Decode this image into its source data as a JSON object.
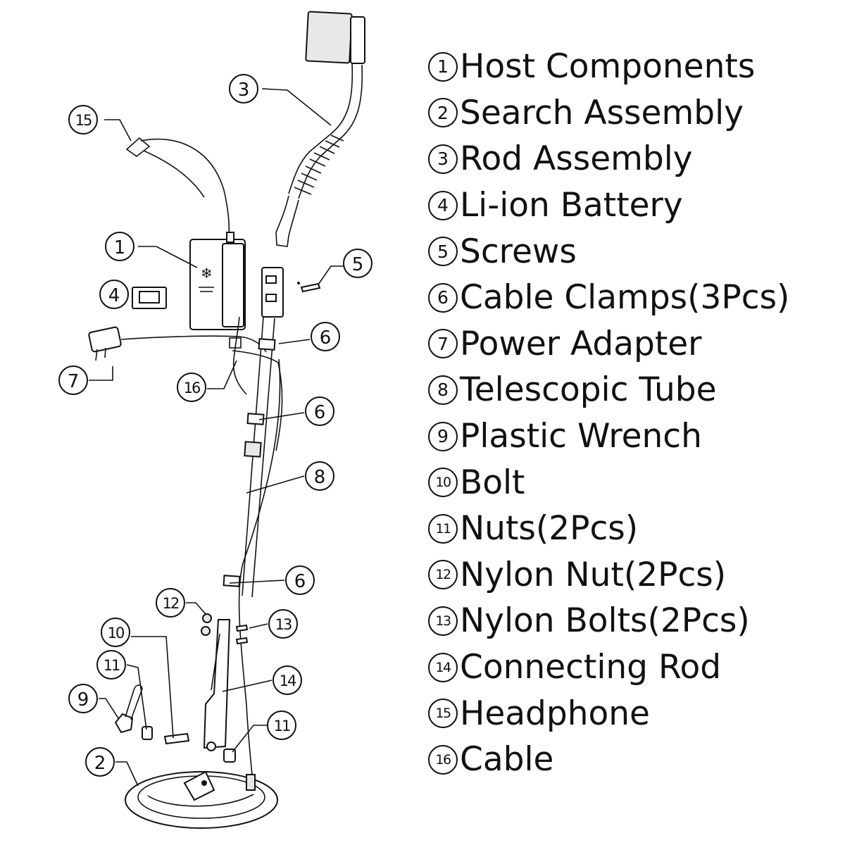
{
  "legend": [
    {
      "num": "1",
      "text": "Host Components"
    },
    {
      "num": "2",
      "text": "Search Assembly"
    },
    {
      "num": "3",
      "text": "Rod Assembly"
    },
    {
      "num": "4",
      "text": "Li-ion Battery"
    },
    {
      "num": "5",
      "text": "Screws"
    },
    {
      "num": "6",
      "text": "Cable Clamps(3Pcs)"
    },
    {
      "num": "7",
      "text": "Power Adapter"
    },
    {
      "num": "8",
      "text": "Telescopic Tube"
    },
    {
      "num": "9",
      "text": "Plastic Wrench"
    },
    {
      "num": "10",
      "text": "Bolt"
    },
    {
      "num": "11",
      "text": "Nuts(2Pcs)"
    },
    {
      "num": "12",
      "text": "Nylon Nut(2Pcs)"
    },
    {
      "num": "13",
      "text": "Nylon Bolts(2Pcs)"
    },
    {
      "num": "14",
      "text": "Connecting Rod"
    },
    {
      "num": "15",
      "text": "Headphone"
    },
    {
      "num": "16",
      "text": "Cable"
    }
  ],
  "callouts": {
    "c1": "1",
    "c2": "2",
    "c3": "3",
    "c4": "4",
    "c5": "5",
    "c6a": "6",
    "c6b": "6",
    "c6c": "6",
    "c7": "7",
    "c8": "8",
    "c9": "9",
    "c10": "10",
    "c11a": "11",
    "c11b": "11",
    "c12": "12",
    "c13": "13",
    "c14": "14",
    "c15": "15",
    "c16": "16"
  }
}
